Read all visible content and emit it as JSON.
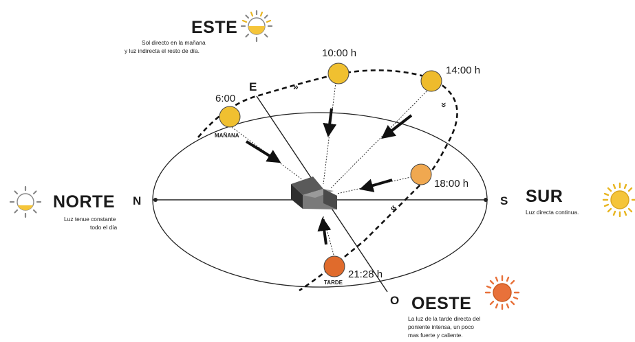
{
  "orientations": {
    "este": {
      "title": "ESTE",
      "desc": [
        "Sol directo en la mañana",
        "y luz indirecta el resto de día."
      ]
    },
    "norte": {
      "title": "NORTE",
      "desc": [
        "Luz tenue constante",
        "todo el día"
      ]
    },
    "sur": {
      "title": "SUR",
      "desc": [
        "Luz directa continua."
      ]
    },
    "oeste": {
      "title": "OESTE",
      "desc": [
        "La luz de la tarde directa del",
        "poniente intensa, un poco",
        "mas fuerte y caliente."
      ]
    }
  },
  "compass": {
    "n": "N",
    "s": "S",
    "e": "E",
    "o": "O"
  },
  "sun_positions": [
    {
      "time": "6:00",
      "tag": "MAÑANA",
      "color": "#f0c030"
    },
    {
      "time": "10:00 h",
      "tag": "",
      "color": "#f0c030"
    },
    {
      "time": "14:00 h",
      "tag": "",
      "color": "#eebb2c"
    },
    {
      "time": "18:00 h",
      "tag": "",
      "color": "#f0a850"
    },
    {
      "time": "21:28 h",
      "tag": "TARDE",
      "color": "#e06b2c"
    }
  ],
  "colors": {
    "sun_yellow": "#f5c53a",
    "sun_orange": "#e8713a",
    "building_dark": "#3a3a3a",
    "building_mid": "#6a6a6a",
    "building_light": "#8a8a8a"
  },
  "icons": {
    "este": "half-sun-icon",
    "norte": "dim-sun-icon",
    "sur": "sun-icon",
    "oeste": "orange-sun-icon"
  }
}
